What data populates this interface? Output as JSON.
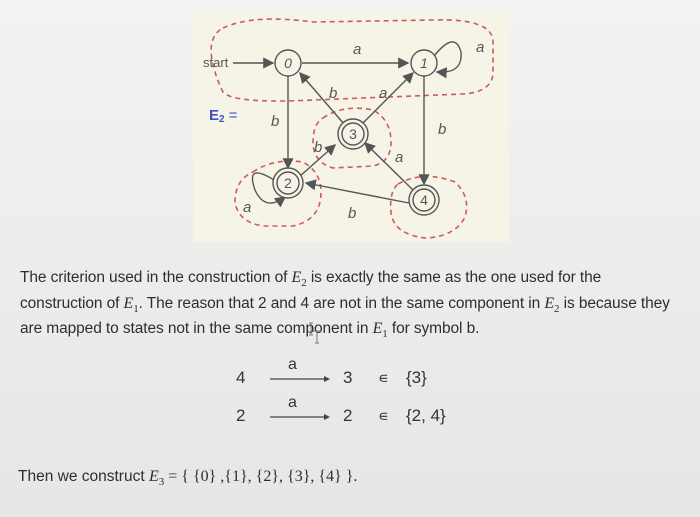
{
  "diagram": {
    "title_label": "E",
    "title_sub": "2",
    "title_eq": "=",
    "title_color": "#3d4fc4",
    "start_label": "start",
    "partition_color": "#d05a5a",
    "nodes": [
      {
        "id": "0",
        "accepting": false
      },
      {
        "id": "1",
        "accepting": false
      },
      {
        "id": "2",
        "accepting": true
      },
      {
        "id": "3",
        "accepting": true
      },
      {
        "id": "4",
        "accepting": true
      }
    ],
    "edges": [
      {
        "from": "0",
        "to": "1",
        "label": "a"
      },
      {
        "from": "1",
        "to": "1",
        "label": "a"
      },
      {
        "from": "0",
        "to": "2",
        "label": "b"
      },
      {
        "from": "3",
        "to": "0",
        "label": "b"
      },
      {
        "from": "3",
        "to": "1",
        "label": "a"
      },
      {
        "from": "1",
        "to": "4",
        "label": "b"
      },
      {
        "from": "2",
        "to": "3",
        "label": "b"
      },
      {
        "from": "4",
        "to": "3",
        "label": "a"
      },
      {
        "from": "2",
        "to": "2",
        "label": "a"
      },
      {
        "from": "4",
        "to": "2",
        "label": "b"
      }
    ],
    "components": [
      [
        "0",
        "1"
      ],
      [
        "3"
      ],
      [
        "2"
      ],
      [
        "4"
      ]
    ]
  },
  "paragraph": {
    "s1a": "The criterion used in the construction of ",
    "s1b": " is exactly the same as the one used for the construction of ",
    "s1c": ". The reason that 2 and 4 are not in the same component in ",
    "s1d": " is because they are mapped to states not in the same component in ",
    "s1e": " for symbol b.",
    "E": "E",
    "sub1": "1",
    "sub2": "2"
  },
  "transitions": [
    {
      "from": "4",
      "symbol": "a",
      "to": "3",
      "member": "∊",
      "set": "{3}"
    },
    {
      "from": "2",
      "symbol": "a",
      "to": "2",
      "member": "∊",
      "set": "{2, 4}"
    }
  ],
  "conclusion": {
    "prefix": "Then we construct ",
    "E": "E",
    "sub": "3",
    "expr": " = { {0} ,{1}, {2}, {3}, {4} }."
  }
}
